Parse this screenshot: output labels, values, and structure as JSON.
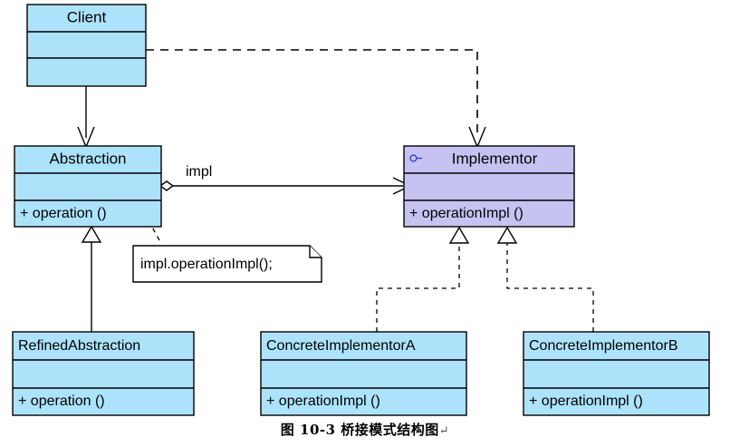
{
  "diagram": {
    "kind": "uml-class-diagram",
    "title": "Bridge Pattern Structure",
    "colors": {
      "class_fill": "#ace3fb",
      "interface_fill": "#c6c3f2",
      "note_fill": "#ffffff",
      "line": "#000000",
      "interface_marker": "#3333cc"
    },
    "classes": [
      {
        "id": "client",
        "name": "Client",
        "stereotype": "",
        "attributes": "",
        "operations": "",
        "fill": "class_fill",
        "title_align": "center"
      },
      {
        "id": "abstraction",
        "name": "Abstraction",
        "stereotype": "",
        "attributes": "",
        "operations": "+ operation ()",
        "fill": "class_fill",
        "title_align": "center"
      },
      {
        "id": "implementor",
        "name": "Implementor",
        "stereotype": "interface",
        "attributes": "",
        "operations": "+ operationImpl ()",
        "fill": "interface_fill",
        "title_align": "center"
      },
      {
        "id": "refined_abstraction",
        "name": "RefinedAbstraction",
        "stereotype": "",
        "attributes": "",
        "operations": "+ operation ()",
        "fill": "class_fill",
        "title_align": "left"
      },
      {
        "id": "concrete_implementor_a",
        "name": "ConcreteImplementorA",
        "stereotype": "",
        "attributes": "",
        "operations": "+ operationImpl ()",
        "fill": "class_fill",
        "title_align": "left"
      },
      {
        "id": "concrete_implementor_b",
        "name": "ConcreteImplementorB",
        "stereotype": "",
        "attributes": "",
        "operations": "+ operationImpl ()",
        "fill": "class_fill",
        "title_align": "left"
      }
    ],
    "relationships": [
      {
        "id": "client-abstraction",
        "type": "dependency",
        "from": "client",
        "to": "abstraction",
        "label": ""
      },
      {
        "id": "client-implementor",
        "type": "dependency",
        "from": "client",
        "to": "implementor",
        "label": ""
      },
      {
        "id": "abstraction-implementor",
        "type": "aggregation",
        "from": "abstraction",
        "to": "implementor",
        "label": "impl"
      },
      {
        "id": "refined-abstraction",
        "type": "generalization",
        "from": "refined_abstraction",
        "to": "abstraction",
        "label": ""
      },
      {
        "id": "concretea-implementor",
        "type": "realization",
        "from": "concrete_implementor_a",
        "to": "implementor",
        "label": ""
      },
      {
        "id": "concreteb-implementor",
        "type": "realization",
        "from": "concrete_implementor_b",
        "to": "implementor",
        "label": ""
      }
    ],
    "note": {
      "id": "note-impl-call",
      "text": "impl.operationImpl();",
      "attached_to": "abstraction"
    }
  },
  "caption": {
    "text": "图 10-3  桥接模式结构图",
    "mark": "↵"
  }
}
